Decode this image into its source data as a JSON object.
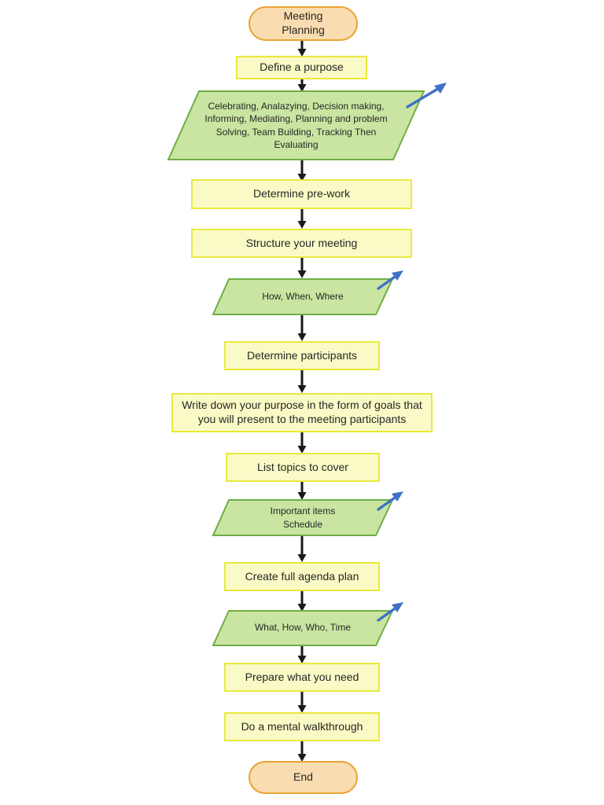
{
  "diagram": {
    "title": "Meeting Planning Flowchart",
    "colors": {
      "terminator_fill": "#f9ddb0",
      "terminator_border": "#eaa331",
      "process_fill": "#fafac6",
      "process_border": "#e9e93c",
      "data_fill": "#c9e5a1",
      "data_border": "#70ad47",
      "connector": "#1a1a1a",
      "tail_arrow": "#3f72c4",
      "background": "#ffffff"
    },
    "nodes": [
      {
        "id": "start",
        "type": "terminator",
        "text": "Meeting\nPlanning"
      },
      {
        "id": "purpose",
        "type": "process",
        "text": "Define a purpose"
      },
      {
        "id": "purpose_data",
        "type": "data",
        "text": "Celebrating, Analazying, Decision making, Informing, Mediating, Planning and problem Solving, Team Building, Tracking Then Evaluating"
      },
      {
        "id": "prework",
        "type": "process",
        "text": "Determine pre-work"
      },
      {
        "id": "structure",
        "type": "process",
        "text": "Structure your meeting"
      },
      {
        "id": "structure_data",
        "type": "data",
        "text": "How, When, Where"
      },
      {
        "id": "participants",
        "type": "process",
        "text": "Determine participants"
      },
      {
        "id": "goals",
        "type": "process",
        "text": "Write down your purpose in the form of goals that you will present to the meeting participants"
      },
      {
        "id": "topics",
        "type": "process",
        "text": "List topics to cover"
      },
      {
        "id": "topics_data",
        "type": "data",
        "text": "Important items\nSchedule"
      },
      {
        "id": "agenda",
        "type": "process",
        "text": "Create full agenda plan"
      },
      {
        "id": "agenda_data",
        "type": "data",
        "text": "What, How, Who, Time"
      },
      {
        "id": "prepare",
        "type": "process",
        "text": "Prepare what you need"
      },
      {
        "id": "walkthrough",
        "type": "process",
        "text": "Do a mental walkthrough"
      },
      {
        "id": "end",
        "type": "terminator",
        "text": "End"
      }
    ],
    "node_text": {
      "start_line1": "Meeting",
      "start_line2": "Planning",
      "purpose": "Define a purpose",
      "purpose_data": "Celebrating, Analazying, Decision making, Informing, Mediating, Planning and problem Solving, Team Building, Tracking Then Evaluating",
      "prework": "Determine pre-work",
      "structure": "Structure your meeting",
      "structure_data": "How, When, Where",
      "participants": "Determine participants",
      "goals": "Write down your purpose in the form of goals that you will present to the meeting participants",
      "topics": "List topics to cover",
      "topics_data_line1": "Important items",
      "topics_data_line2": "Schedule",
      "agenda": "Create full agenda plan",
      "agenda_data": "What, How, Who, Time",
      "prepare": "Prepare what you need",
      "walkthrough": "Do a mental walkthrough",
      "end": "End"
    }
  }
}
